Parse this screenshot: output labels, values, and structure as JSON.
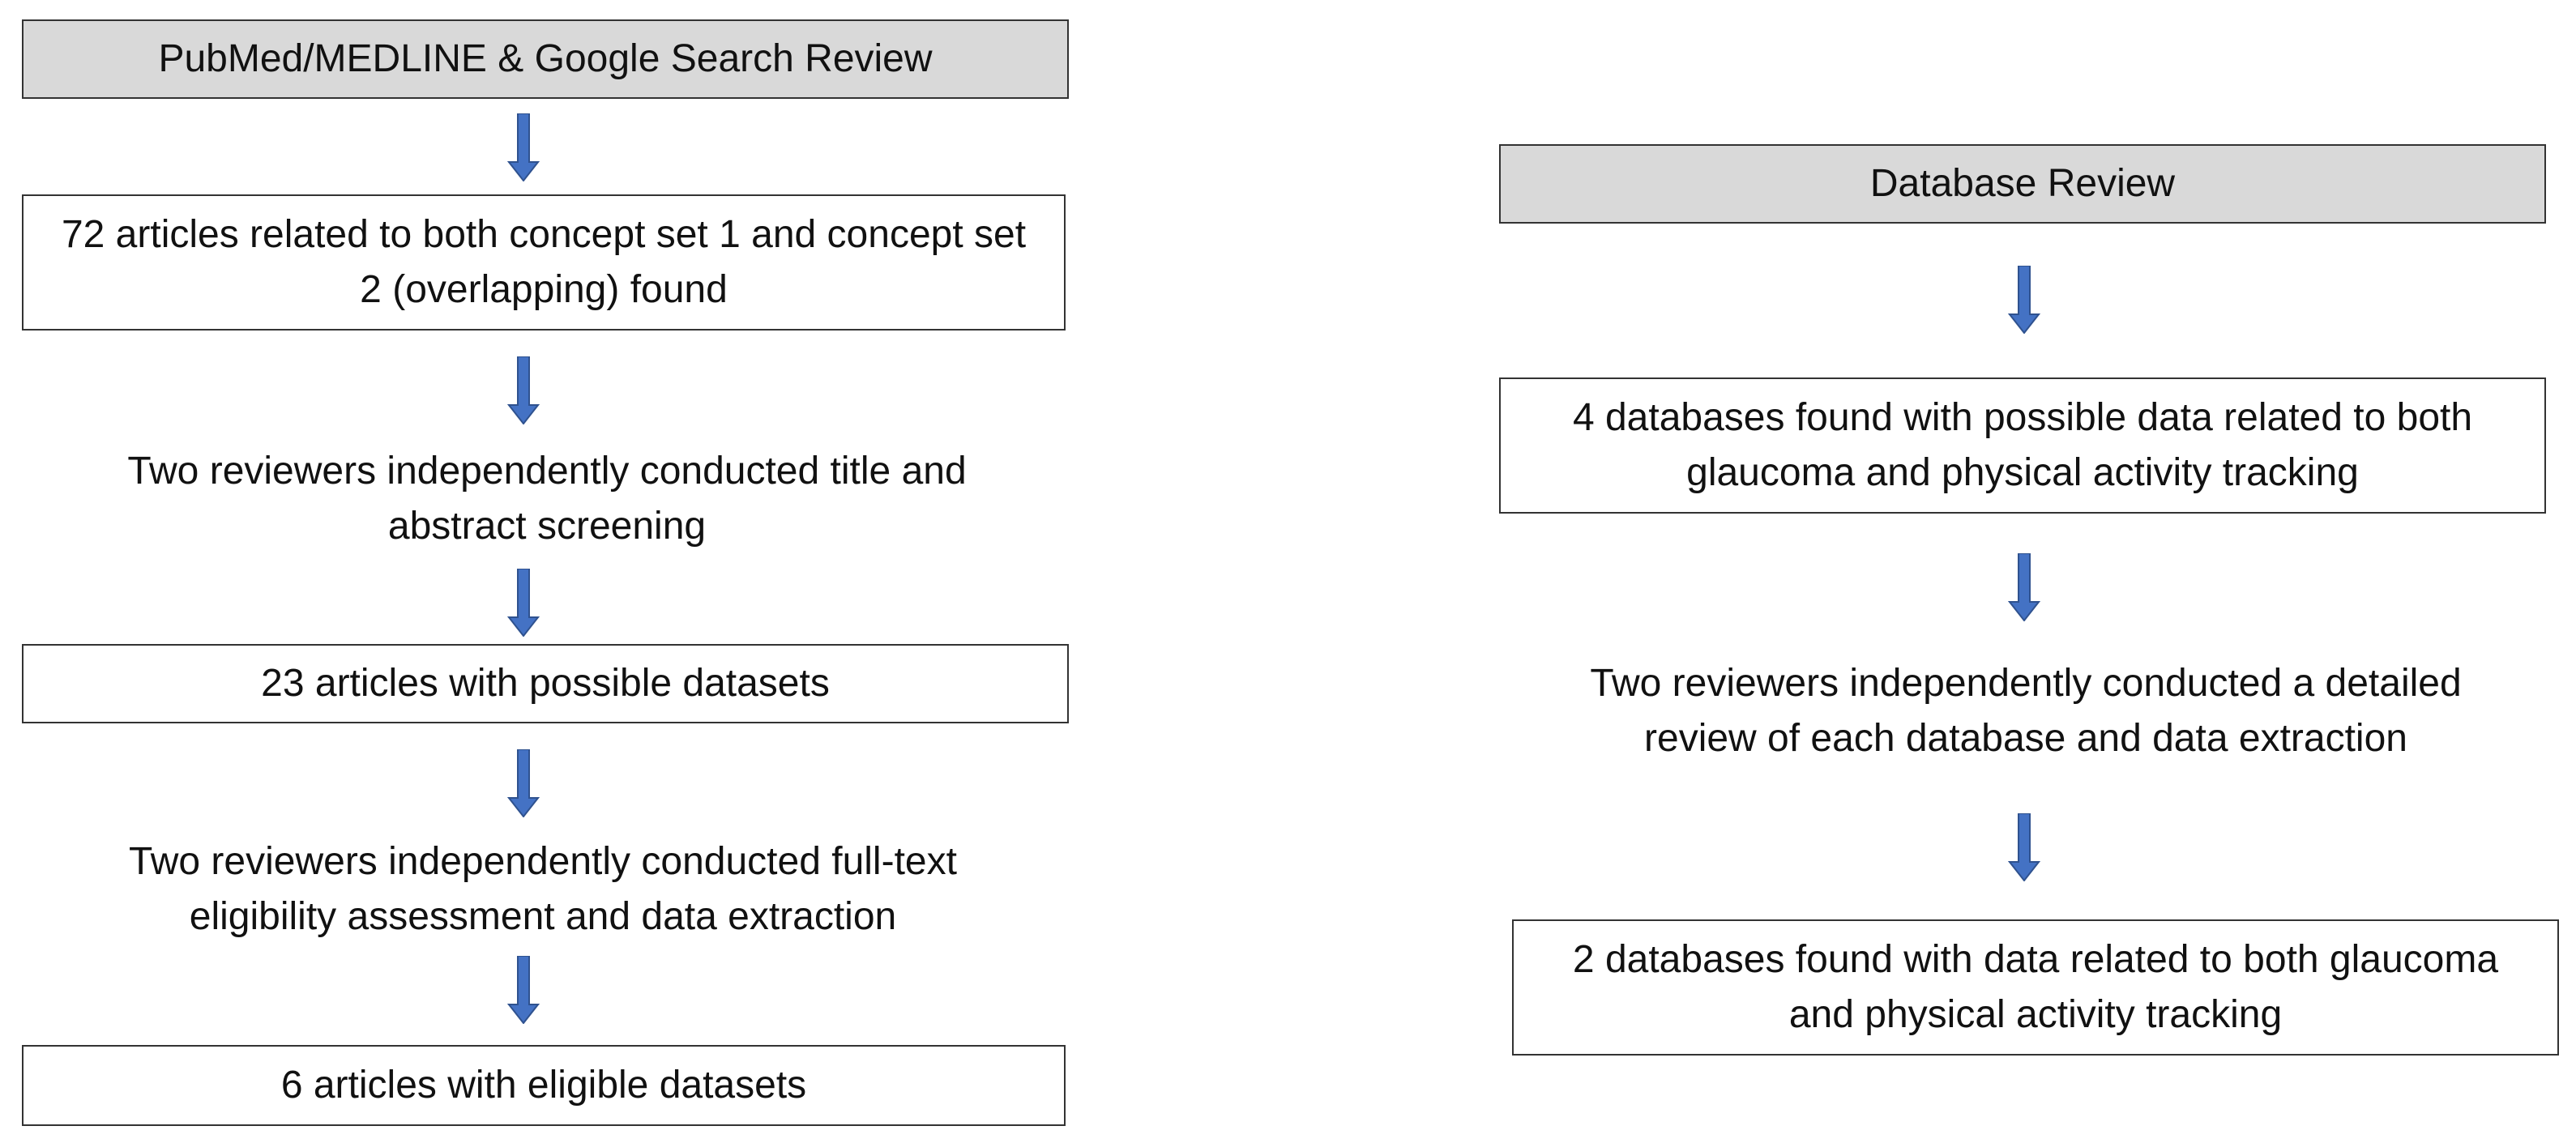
{
  "left_flow": {
    "header": "PubMed/MEDLINE & Google Search Review",
    "step1": "72 articles related to both concept set 1 and concept set 2 (overlapping) found",
    "step2": "Two reviewers independently conducted title and abstract screening",
    "step3": "23 articles with possible datasets",
    "step4": "Two reviewers independently conducted full-text eligibility assessment and data extraction",
    "step5": "6 articles with eligible datasets"
  },
  "right_flow": {
    "header": "Database Review",
    "step1": "4 databases found with possible data related to both glaucoma and physical activity tracking",
    "step2": "Two reviewers independently conducted a detailed review of each database and data extraction",
    "step3": "2 databases found with data related to both glaucoma and physical activity tracking"
  },
  "colors": {
    "arrow_fill": "#4472c4",
    "arrow_stroke": "#2f528f",
    "header_fill": "#d9d9d9",
    "box_border": "#333333"
  }
}
